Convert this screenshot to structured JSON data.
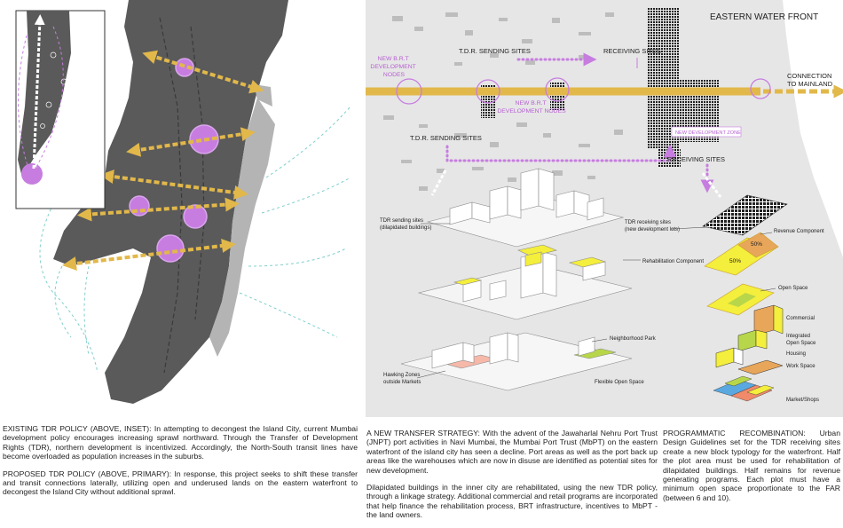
{
  "labels": {
    "eastern_water_front": "EASTERN WATER FRONT",
    "tdr_sending_sites_top": "T.D.R. SENDING SITES",
    "receiving_sites_top": "RECEIVING SITES",
    "new_brt_nodes_left": [
      "NEW B.R.T",
      "DEVELOPMENT",
      "NODES"
    ],
    "new_brt_nodes_mid": [
      "NEW B.R.T",
      "DEVELOPMENT NODES"
    ],
    "connection": [
      "CONNECTION",
      "TO MAINLAND"
    ],
    "tdr_sending_sites_bottom": "T.D.R. SENDING SITES",
    "new_development_zone": "NEW DEVELOPMENT ZONE",
    "receiving_sites_bottom": "RECEIVING SITES",
    "tdr_sending_sites_desc": [
      "TDR sending sites",
      "(dilapidated buildings)"
    ],
    "tdr_receiving_sites_desc": [
      "TDR receiving sites",
      "(new development lots)"
    ],
    "rehabilitation_component": "Rehabilitation Component",
    "revenue_component": "Revenue Component",
    "pct_50_a": "50%",
    "pct_50_b": "50%",
    "open_space": "Open Space",
    "commercial": "Commercial",
    "integrated_open_space": [
      "Integrated",
      "Open Space"
    ],
    "housing": "Housing",
    "work_space": "Work Space",
    "market_shops": "Market/Shops",
    "hawking_zones": [
      "Hawking Zones",
      "outside Markets"
    ],
    "neighborhood_park": "Neighborhood Park",
    "flexible_open_space": "Flexible Open Space"
  },
  "captions": {
    "existing_policy": "EXISTING TDR POLICY (ABOVE, INSET): In attempting to decongest the Island City, current Mumbai development policy encourages increasing sprawl northward. Through the Transfer of Development Rights (TDR), northern development is incentivized. Accordingly, the North-South transit lines have become overloaded as population increases in the suburbs.",
    "proposed_policy": "PROPOSED TDR POLICY (ABOVE, PRIMARY): In response, this project seeks to shift these transfer and transit connections laterally, utilizing open and underused lands on the eastern waterfront to decongest the Island City without additional sprawl.",
    "new_transfer_strategy": "A NEW TRANSFER STRATEGY: With the advent of the Jawaharlal Nehru Port Trust (JNPT) port activities in Navi Mumbai, the Mumbai Port Trust (MbPT) on the eastern waterfront of the island city has seen a decline. Port areas as well as the port back up areas like the warehouses which are now in disuse are identified as potential sites for new development.",
    "dilapidated_buildings": "Dilapidated buildings in the inner city are rehabilitated, using the new TDR policy, through a linkage strategy. Additional commercial and retail programs are incorporated that help finance the rehabilitation process, BRT infrastructure, incentives to MbPT - the land owners.",
    "programmatic_recombination": "PROGRAMMATIC RECOMBINATION: Urban Design Guidelines set for the TDR receiving sites create a new block typology for the waterfront. Half the plot area must be used for rehabilitation of dilapidated buildings. Half remains for revenue generating programs. Each plot must have a minimum open space proportionate to the FAR (between 6 and 10)."
  },
  "colors": {
    "land": "#5a5a5a",
    "port": "#b4b4b4",
    "purple": "#c77de0",
    "gold": "#e2b84a",
    "yellow": "#f4ee3c",
    "lime": "#b8d64a",
    "panel_bg": "#e6e6e6"
  },
  "icons": [
    "double-arrow-icon",
    "dotted-arrow-icon",
    "circle-node-icon",
    "flow-arrow-icon"
  ]
}
